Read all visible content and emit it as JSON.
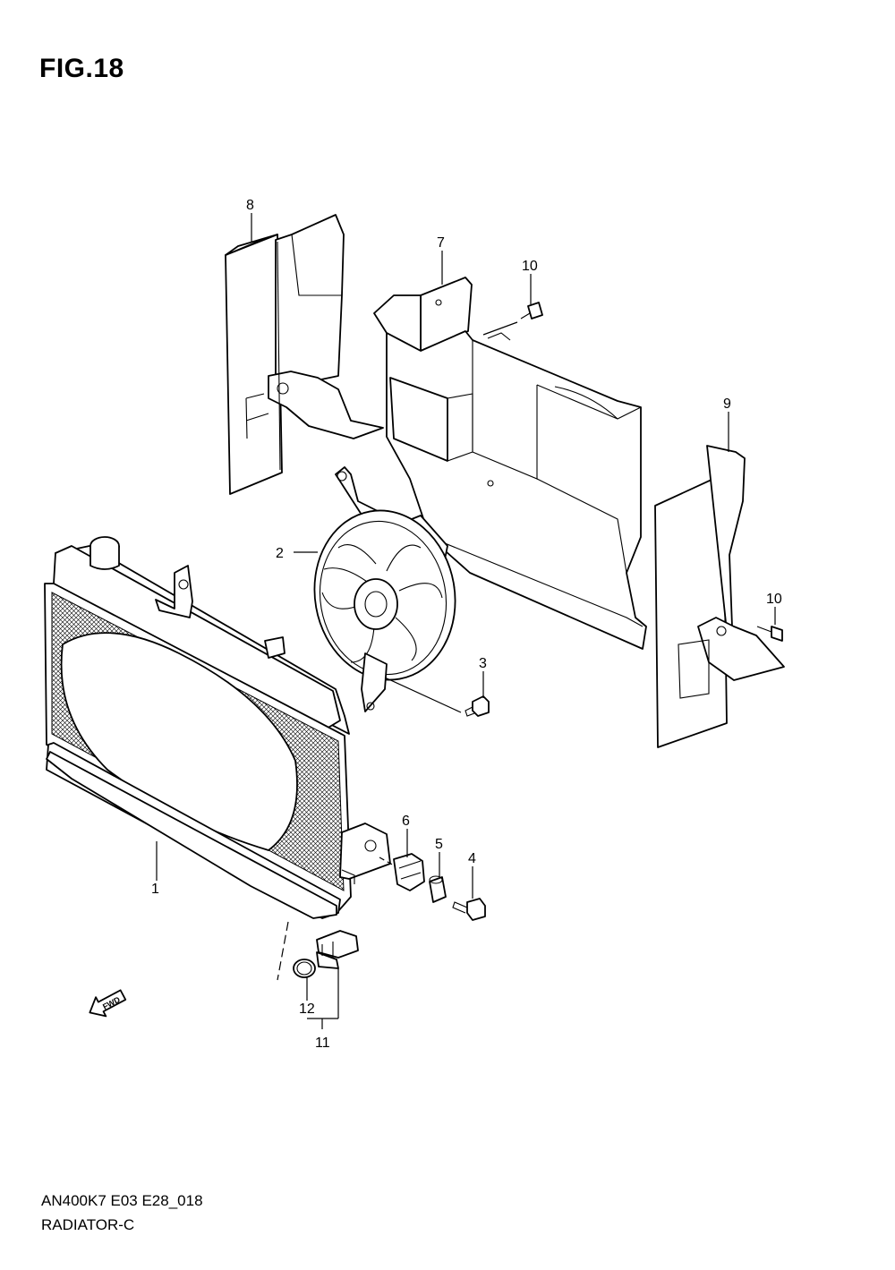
{
  "figure": {
    "title": "FIG.18"
  },
  "footer": {
    "model_code": "AN400K7 E03 E28_018",
    "section_name": "RADIATOR-C"
  },
  "fwd_arrow": {
    "label": "FWD"
  },
  "callouts": [
    "1",
    "2",
    "3",
    "4",
    "5",
    "6",
    "7",
    "8",
    "9",
    "10",
    "10",
    "11",
    "12"
  ]
}
